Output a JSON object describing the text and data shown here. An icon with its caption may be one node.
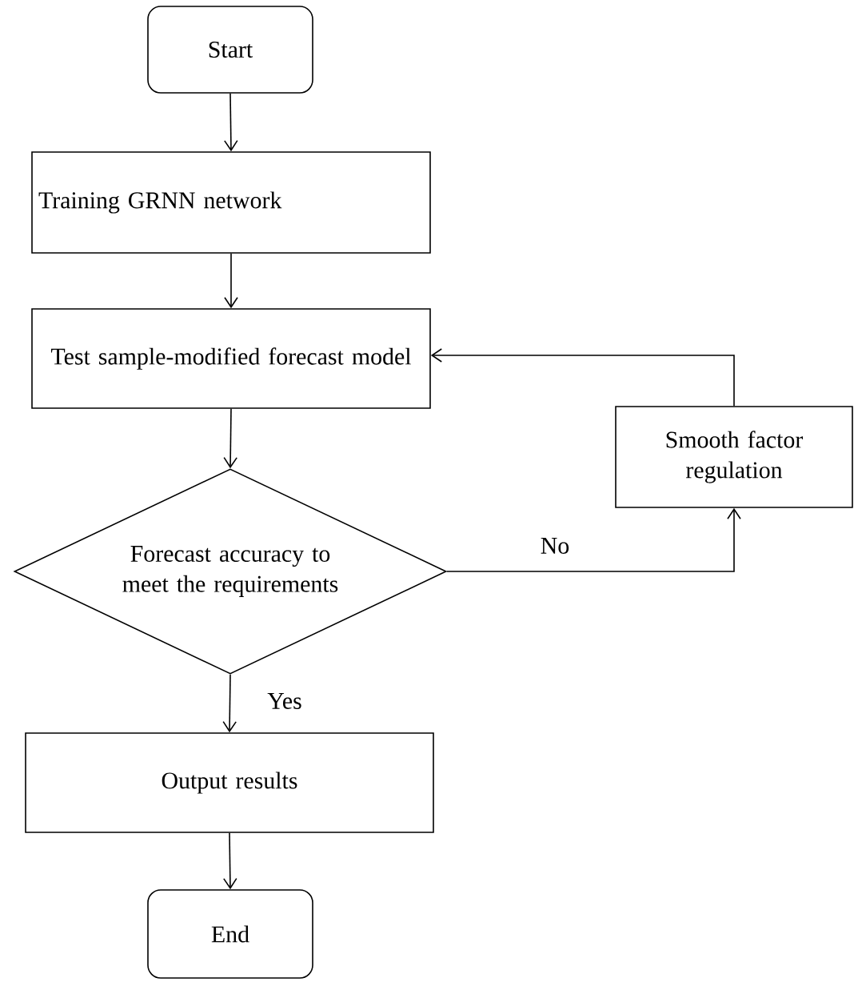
{
  "diagram": {
    "nodes": [
      {
        "text": [
          "Start"
        ]
      },
      {
        "text": [
          "Training GRNN network"
        ]
      },
      {
        "text": [
          "Test sample-modified forecast model"
        ]
      },
      {
        "text": [
          "Forecast accuracy to meet the requirements"
        ]
      },
      {
        "text": [
          "Smooth factor regulation"
        ]
      },
      {
        "text": [
          "Output results"
        ]
      },
      {
        "text": [
          "End"
        ]
      }
    ],
    "edges": [
      {
        "from": 0,
        "to": 1,
        "arrow": "to"
      },
      {
        "from": 1,
        "to": 2,
        "arrow": "to"
      },
      {
        "from": 2,
        "to": 3,
        "arrow": "to"
      },
      {
        "from": 3,
        "to": 4,
        "arrow": "to",
        "label": "No"
      },
      {
        "from": 4,
        "to": 2,
        "arrow": "to"
      },
      {
        "from": 3,
        "to": 5,
        "arrow": "to",
        "label": "Yes"
      },
      {
        "from": 5,
        "to": 6,
        "arrow": "to"
      }
    ]
  }
}
